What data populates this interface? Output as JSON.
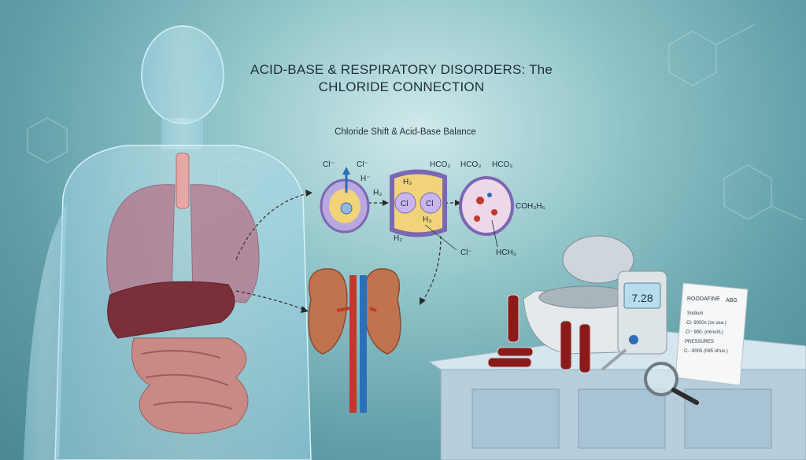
{
  "title_line1": "ACID-BASE & RESPIRATORY DISORDERS: The",
  "title_line2": "CHLORIDE CONNECTION",
  "subtitle": "Chloride Shift & Acid-Base Balance",
  "cell1": {
    "labels": [
      "Cl⁻",
      "Cl⁻",
      "H⁻",
      "H₃"
    ]
  },
  "cell2": {
    "labels": [
      "HCO₃",
      "H₃",
      "Cl",
      "Cl",
      "H₃",
      "H₂",
      "Cl⁻"
    ]
  },
  "cell3": {
    "labels": [
      "HCO₃",
      "HCO₃",
      "COH₃H₆",
      "HCH₃"
    ]
  },
  "meter": {
    "reading": "7.28"
  },
  "report": {
    "header": "ROODAFINE",
    "tag": "ABG",
    "lines": [
      "Sodium",
      "Cl-  9000s (ov usa.)",
      "Cl⁻  900-   (mmol/L)",
      "PRESSURES",
      "C- -9005   (085 ofrus.)"
    ]
  },
  "colors": {
    "accent_red": "#c0392b",
    "accent_blue": "#2c6fb7",
    "cell_purple": "#b9a7e0",
    "cell_yellow": "#f1d37a"
  }
}
